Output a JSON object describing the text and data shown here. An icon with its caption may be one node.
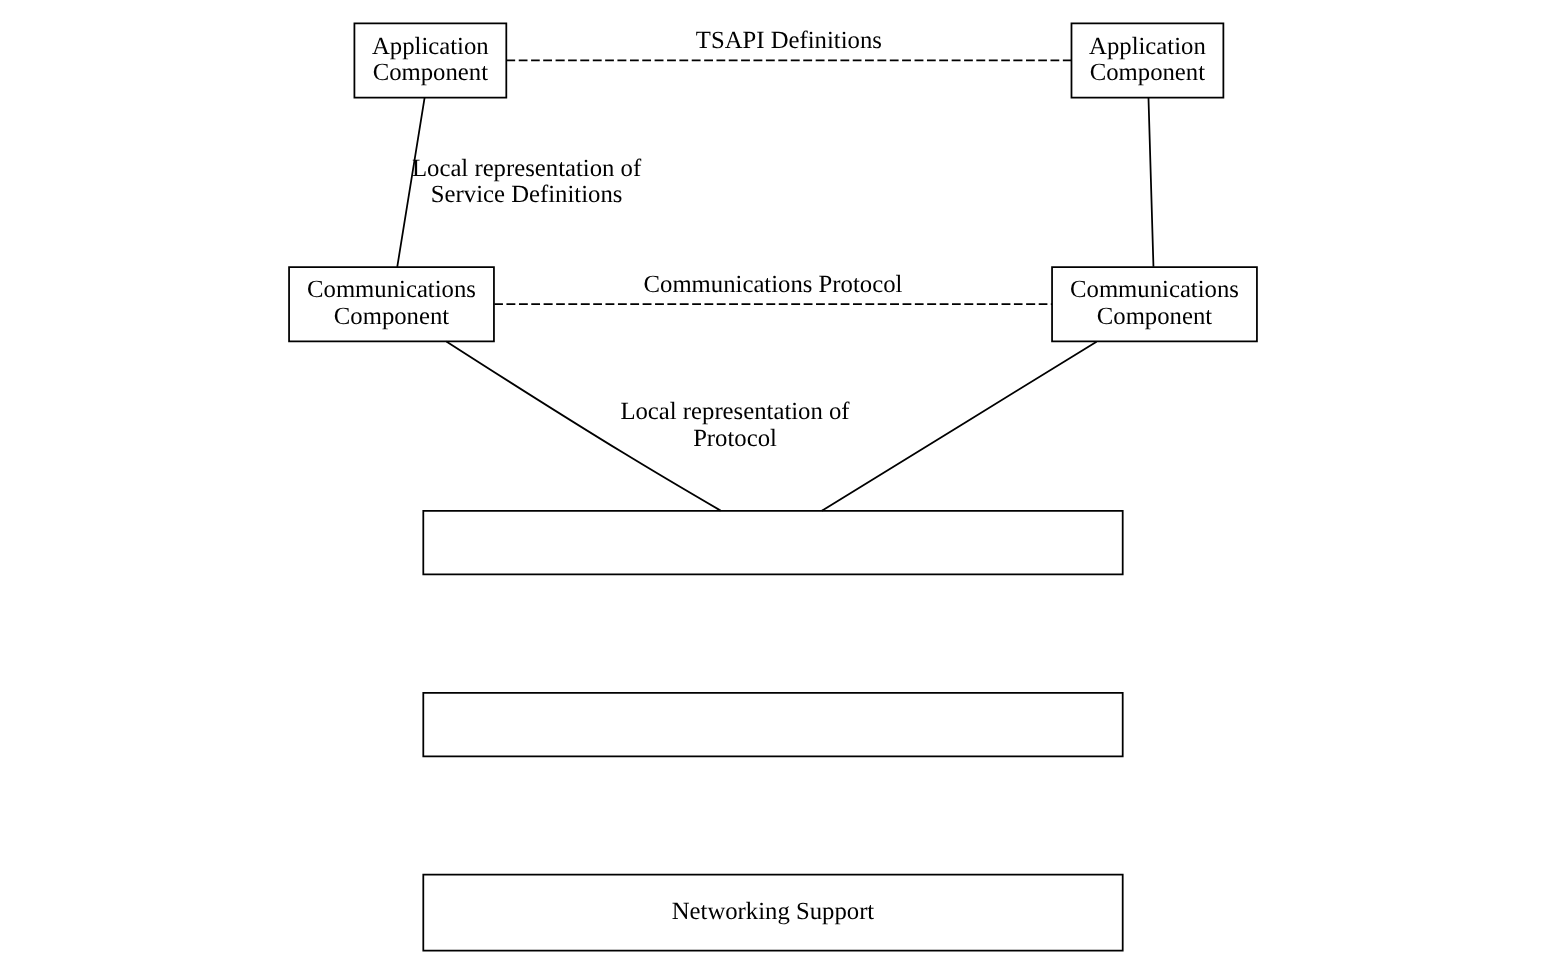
{
  "diagram": {
    "nodes": [
      {
        "text": [
          "Application Component"
        ]
      },
      {
        "text": [
          "Application Component"
        ]
      },
      {
        "text": [
          "Communications Component"
        ]
      },
      {
        "text": [
          "Communications Component"
        ]
      },
      {
        "text": [],
        "shape": "box"
      },
      {
        "text": [],
        "shape": "box"
      },
      {
        "text": [
          "Networking Support"
        ]
      }
    ],
    "edges": [
      {
        "from": 0,
        "to": 1,
        "arrow": "none",
        "style": "dashed",
        "label": "TSAPI Definitions"
      },
      {
        "from": 0,
        "to": 2,
        "arrow": "none",
        "label": "Local representation of Service Definitions"
      },
      {
        "from": 1,
        "to": 3,
        "arrow": "none"
      },
      {
        "from": 2,
        "to": 3,
        "arrow": "none",
        "style": "dashed",
        "label": "Communications Protocol"
      },
      {
        "from": 2,
        "to": 4,
        "arrow": "none",
        "label": "Local representation of Protocol"
      },
      {
        "from": 3,
        "to": 4,
        "arrow": "none"
      }
    ]
  }
}
